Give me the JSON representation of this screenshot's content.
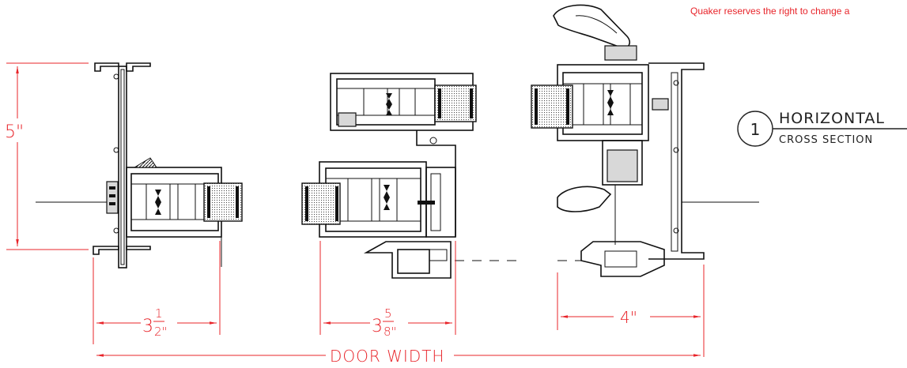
{
  "note": "Quaker reserves the right to change a",
  "section_key": {
    "number": "1",
    "title": "HORIZONTAL",
    "subtitle": "CROSS SECTION"
  },
  "dimensions": {
    "height": "5\"",
    "left_width_whole": "3",
    "left_width_num": "1",
    "left_width_den": "2\"",
    "center_width_whole": "3",
    "center_width_num": "5",
    "center_width_den": "8\"",
    "right_width": "4\"",
    "overall": "DOOR WIDTH"
  },
  "colors": {
    "dimension": "#e8242a",
    "linework": "#111111"
  }
}
